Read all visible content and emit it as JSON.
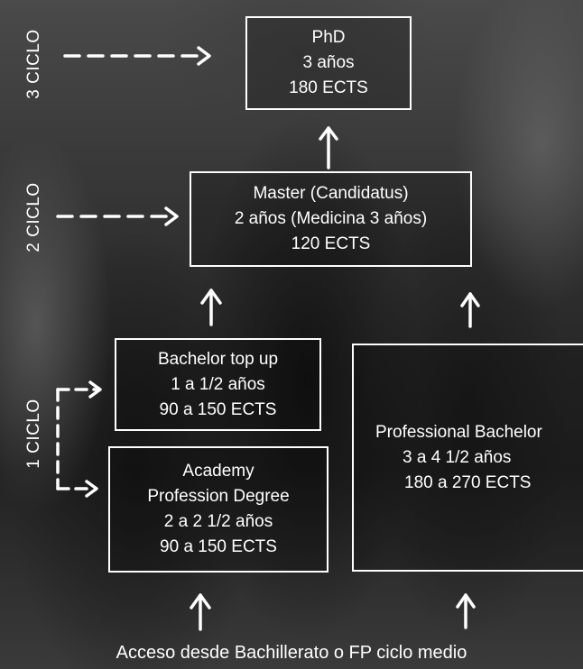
{
  "levels": {
    "ciclo3": "3 CICLO",
    "ciclo2": "2 CICLO",
    "ciclo1": "1 CICLO"
  },
  "boxes": {
    "phd": {
      "line1": "PhD",
      "line2": "3 años",
      "line3": "180 ECTS"
    },
    "master": {
      "line1": "Master (Candidatus)",
      "line2": "2 años (Medicina 3 años)",
      "line3": "120 ECTS"
    },
    "bachelor_top_up": {
      "line1": "Bachelor top up",
      "line2": "1 a 1/2 años",
      "line3": "90 a 150 ECTS"
    },
    "academy": {
      "line1": "Academy",
      "line2": "Profession Degree",
      "line3": "2 a 2 1/2 años",
      "line4": "90 a 150 ECTS"
    },
    "professional_bachelor": {
      "line1": "Professional Bachelor",
      "line2": "3 a 4 1/2 años",
      "line3": "180 a 270 ECTS"
    }
  },
  "footer": "Acceso desde Bachillerato o FP ciclo medio",
  "colors": {
    "stroke": "#ffffff",
    "text": "#ffffff"
  }
}
